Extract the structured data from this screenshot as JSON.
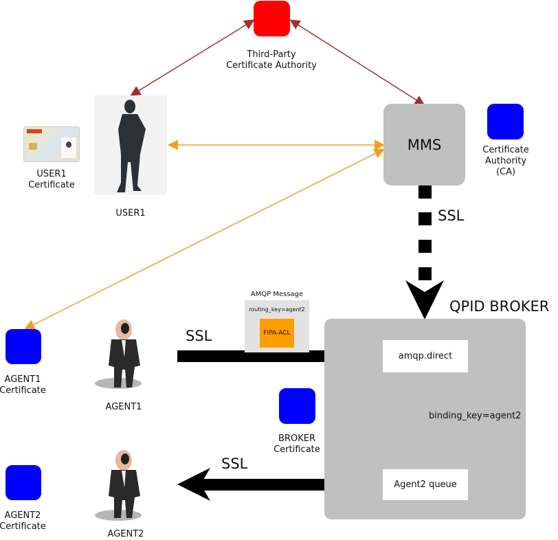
{
  "third_party_ca": {
    "line1": "Third-Party",
    "line2": "Certificate Authority"
  },
  "user1": {
    "cert_line1": "USER1",
    "cert_line2": "Certificate",
    "name": "USER1"
  },
  "mms": {
    "label": "MMS"
  },
  "ca": {
    "line1": "Certificate",
    "line2": "Authority",
    "line3": "(CA)"
  },
  "ssl_top": "SSL",
  "broker": {
    "title": "QPID BROKER",
    "exchange": "amqp.direct",
    "binding": "binding_key=agent2",
    "queue": "Agent2 queue",
    "cert_line1": "BROKER",
    "cert_line2": "Certificate"
  },
  "message": {
    "title": "AMQP Message",
    "routing": "routing_key=agent2",
    "payload": "FIPA-ACL"
  },
  "ssl_agent1": "SSL",
  "ssl_agent2": "SSL",
  "agent1": {
    "cert_line1": "AGENT1",
    "cert_line2": "Certificate",
    "name": "AGENT1"
  },
  "agent2": {
    "cert_line1": "AGENT2",
    "cert_line2": "Certificate",
    "name": "AGENT2"
  },
  "colors": {
    "ca_red": "#ff0000",
    "cert_blue": "#0000ff",
    "link_orange": "#f0a020",
    "link_darkred": "#a03030",
    "payload_orange": "#ff9c00"
  }
}
